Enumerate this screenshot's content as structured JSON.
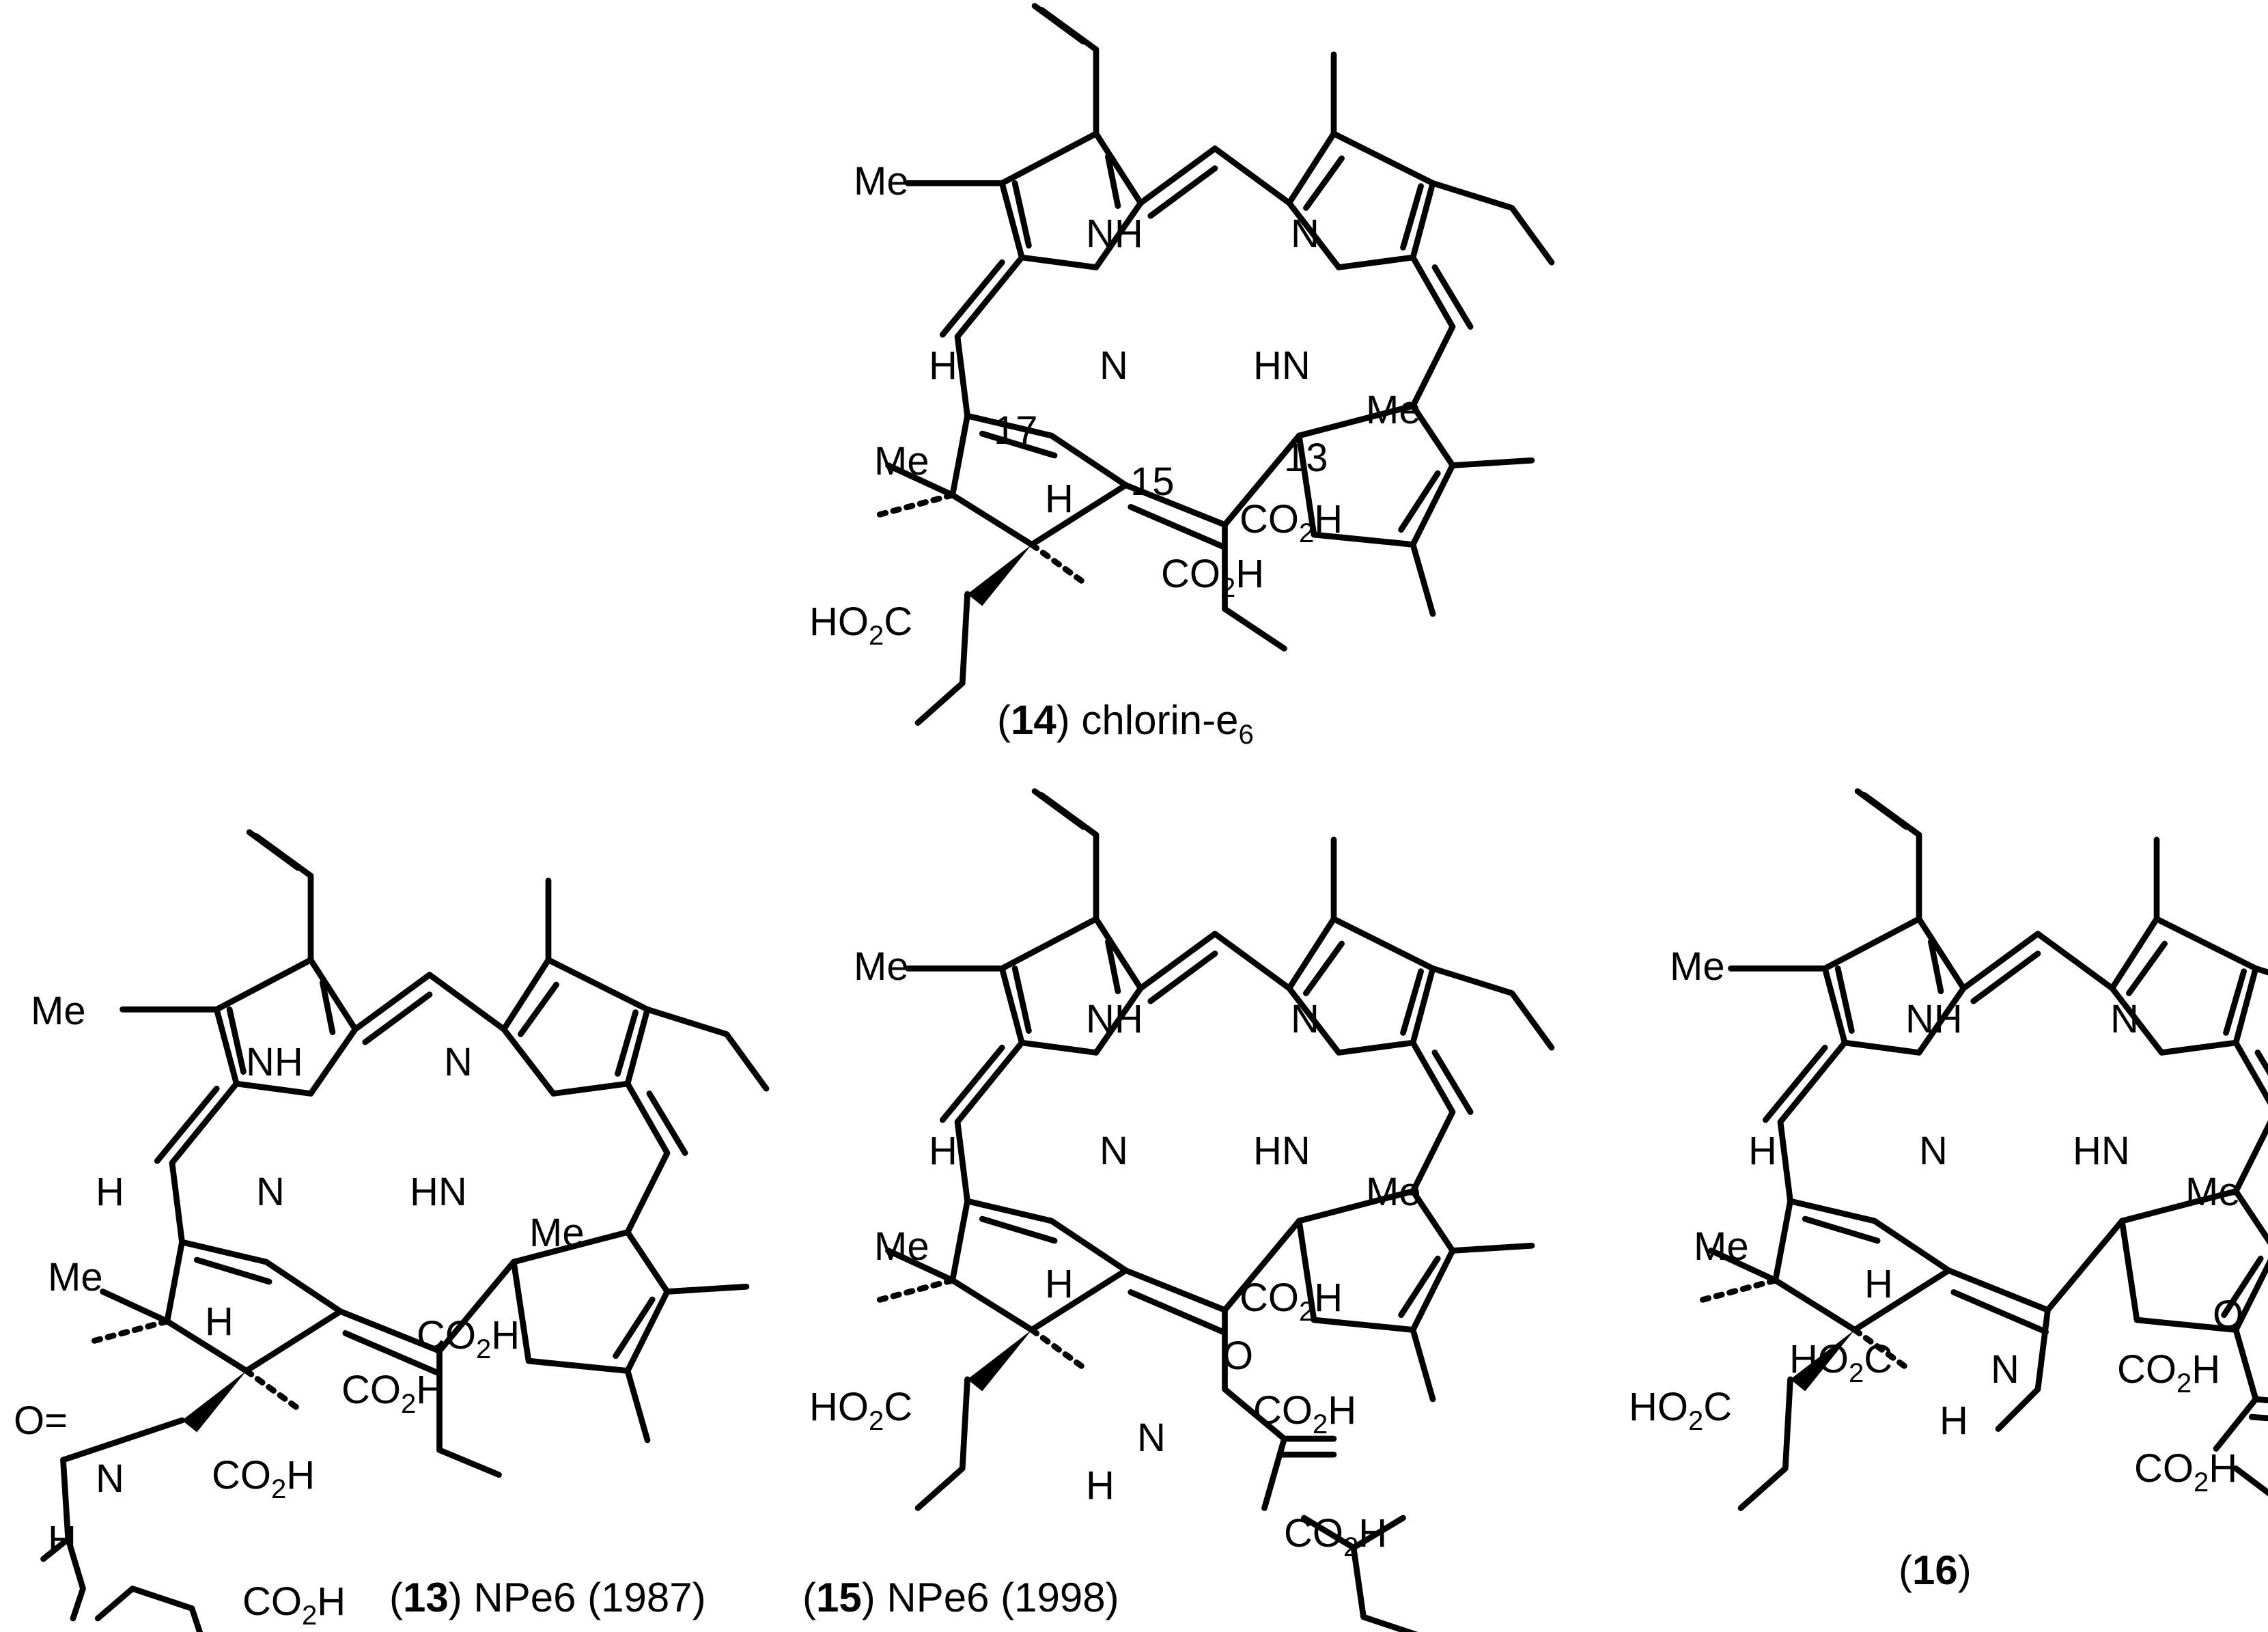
{
  "atom_labels": {
    "me": "Me",
    "nh": "NH",
    "hn": "HN",
    "n": "N",
    "h": "H",
    "co2h_a": "CO",
    "co2h_sub": "2",
    "co2h_b": "H",
    "ho2c_a": "HO",
    "ho2c_sub": "2",
    "ho2c_b": "C",
    "o": "O",
    "eq_o": "O="
  },
  "locants": {
    "c17": "17",
    "c15": "15",
    "c13": "13"
  },
  "captions": {
    "c14": {
      "open": "(",
      "num": "14",
      "close": ")",
      "name": " chlorin-e",
      "sub": "6"
    },
    "c13": {
      "open": "(",
      "num": "13",
      "close": ")",
      "name": " NPe6 (1987)"
    },
    "c15": {
      "open": "(",
      "num": "15",
      "close": ")",
      "name": " NPe6 (1998)"
    },
    "c16": {
      "open": "(",
      "num": "16",
      "close": ")"
    }
  }
}
